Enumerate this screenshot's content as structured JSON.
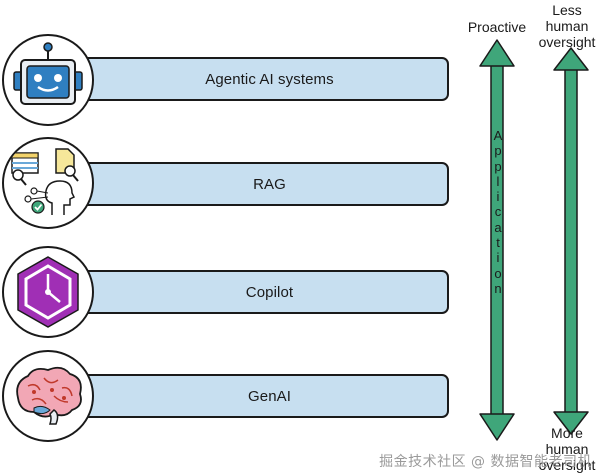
{
  "layers": [
    {
      "label": "Agentic AI systems",
      "icon": "robot-icon"
    },
    {
      "label": "RAG",
      "icon": "retrieval-icon"
    },
    {
      "label": "Copilot",
      "icon": "copilot-hexagon-icon"
    },
    {
      "label": "GenAI",
      "icon": "brain-icon"
    }
  ],
  "axis_application": {
    "top_label": "Proactive",
    "vertical_label": "Application"
  },
  "axis_oversight": {
    "top_label": [
      "Less",
      "human",
      "oversight"
    ],
    "bottom_label": [
      "More",
      "human",
      "oversight"
    ]
  },
  "watermark": "掘金技术社区 @ 数据智能老司机",
  "colors": {
    "bar_fill": "#c7dff0",
    "arrow_green": "#3fa67a",
    "outline": "#1a1a1a",
    "copilot_purple": "#a02fb5"
  }
}
